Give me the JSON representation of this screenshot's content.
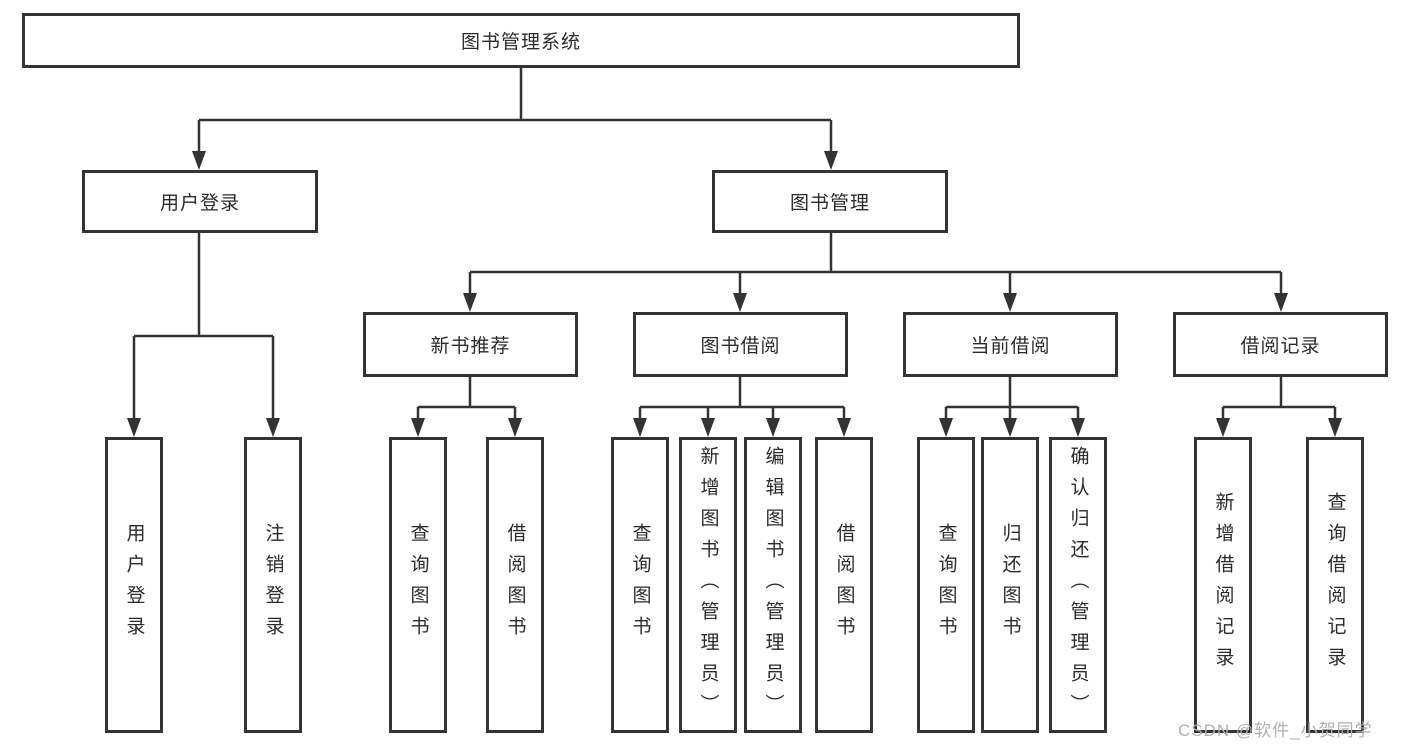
{
  "diagram": {
    "root": {
      "label": "图书管理系统"
    },
    "level2": [
      {
        "label": "用户登录"
      },
      {
        "label": "图书管理"
      }
    ],
    "level3": [
      {
        "label": "新书推荐"
      },
      {
        "label": "图书借阅"
      },
      {
        "label": "当前借阅"
      },
      {
        "label": "借阅记录"
      }
    ],
    "leaves": [
      {
        "label": "用户登录"
      },
      {
        "label": "注销登录"
      },
      {
        "label": "查询图书"
      },
      {
        "label": "借阅图书"
      },
      {
        "label": "查询图书"
      },
      {
        "label": "新增图书（管理员）"
      },
      {
        "label": "编辑图书（管理员）"
      },
      {
        "label": "借阅图书"
      },
      {
        "label": "查询图书"
      },
      {
        "label": "归还图书"
      },
      {
        "label": "确认归还（管理员）"
      },
      {
        "label": "新增借阅记录"
      },
      {
        "label": "查询借阅记录"
      }
    ],
    "watermark": "CSDN @软件_小贺同学",
    "colors": {
      "line": "#333333",
      "text": "#2b2b2b",
      "watermark": "#b0b0b0",
      "background": "#ffffff"
    }
  }
}
